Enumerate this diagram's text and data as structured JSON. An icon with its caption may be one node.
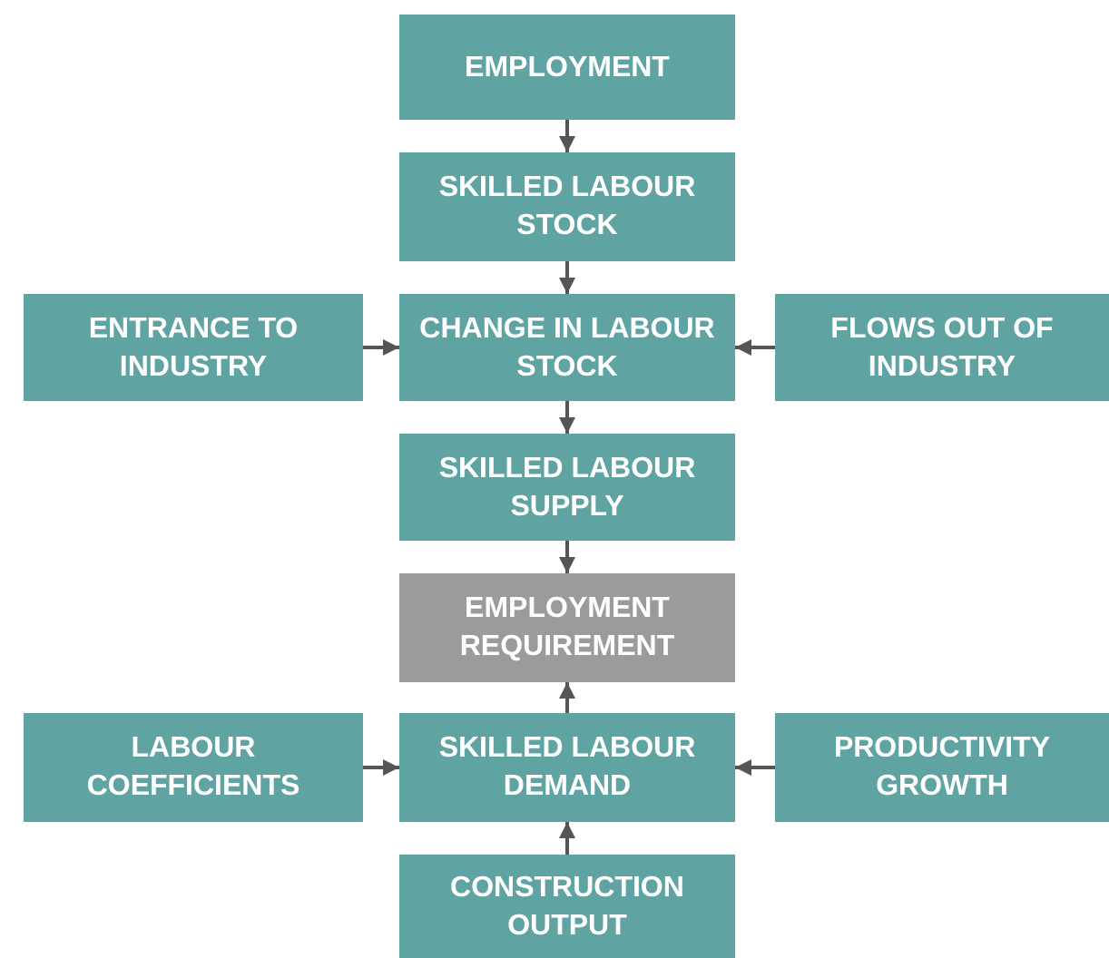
{
  "diagram": {
    "nodes": [
      {
        "text": [
          "EMPLOYMENT"
        ]
      },
      {
        "text": [
          "SKILLED LABOUR STOCK"
        ]
      },
      {
        "text": [
          "ENTRANCE TO INDUSTRY"
        ]
      },
      {
        "text": [
          "CHANGE IN LABOUR STOCK"
        ]
      },
      {
        "text": [
          "FLOWS OUT OF INDUSTRY"
        ]
      },
      {
        "text": [
          "SKILLED LABOUR SUPPLY"
        ]
      },
      {
        "text": [
          "EMPLOYMENT REQUIREMENT"
        ]
      },
      {
        "text": [
          "LABOUR COEFFICIENTS"
        ]
      },
      {
        "text": [
          "SKILLED LABOUR DEMAND"
        ]
      },
      {
        "text": [
          "PRODUCTIVITY GROWTH"
        ]
      },
      {
        "text": [
          "CONSTRUCTION OUTPUT"
        ]
      }
    ],
    "edges": [
      {
        "from": 0,
        "to": 1,
        "arrow": "to"
      },
      {
        "from": 1,
        "to": 3,
        "arrow": "to"
      },
      {
        "from": 2,
        "to": 3,
        "arrow": "to"
      },
      {
        "from": 4,
        "to": 3,
        "arrow": "to"
      },
      {
        "from": 3,
        "to": 5,
        "arrow": "to"
      },
      {
        "from": 5,
        "to": 6,
        "arrow": "to"
      },
      {
        "from": 8,
        "to": 6,
        "arrow": "to"
      },
      {
        "from": 7,
        "to": 8,
        "arrow": "to"
      },
      {
        "from": 9,
        "to": 8,
        "arrow": "to"
      },
      {
        "from": 10,
        "to": 8,
        "arrow": "to"
      }
    ]
  }
}
